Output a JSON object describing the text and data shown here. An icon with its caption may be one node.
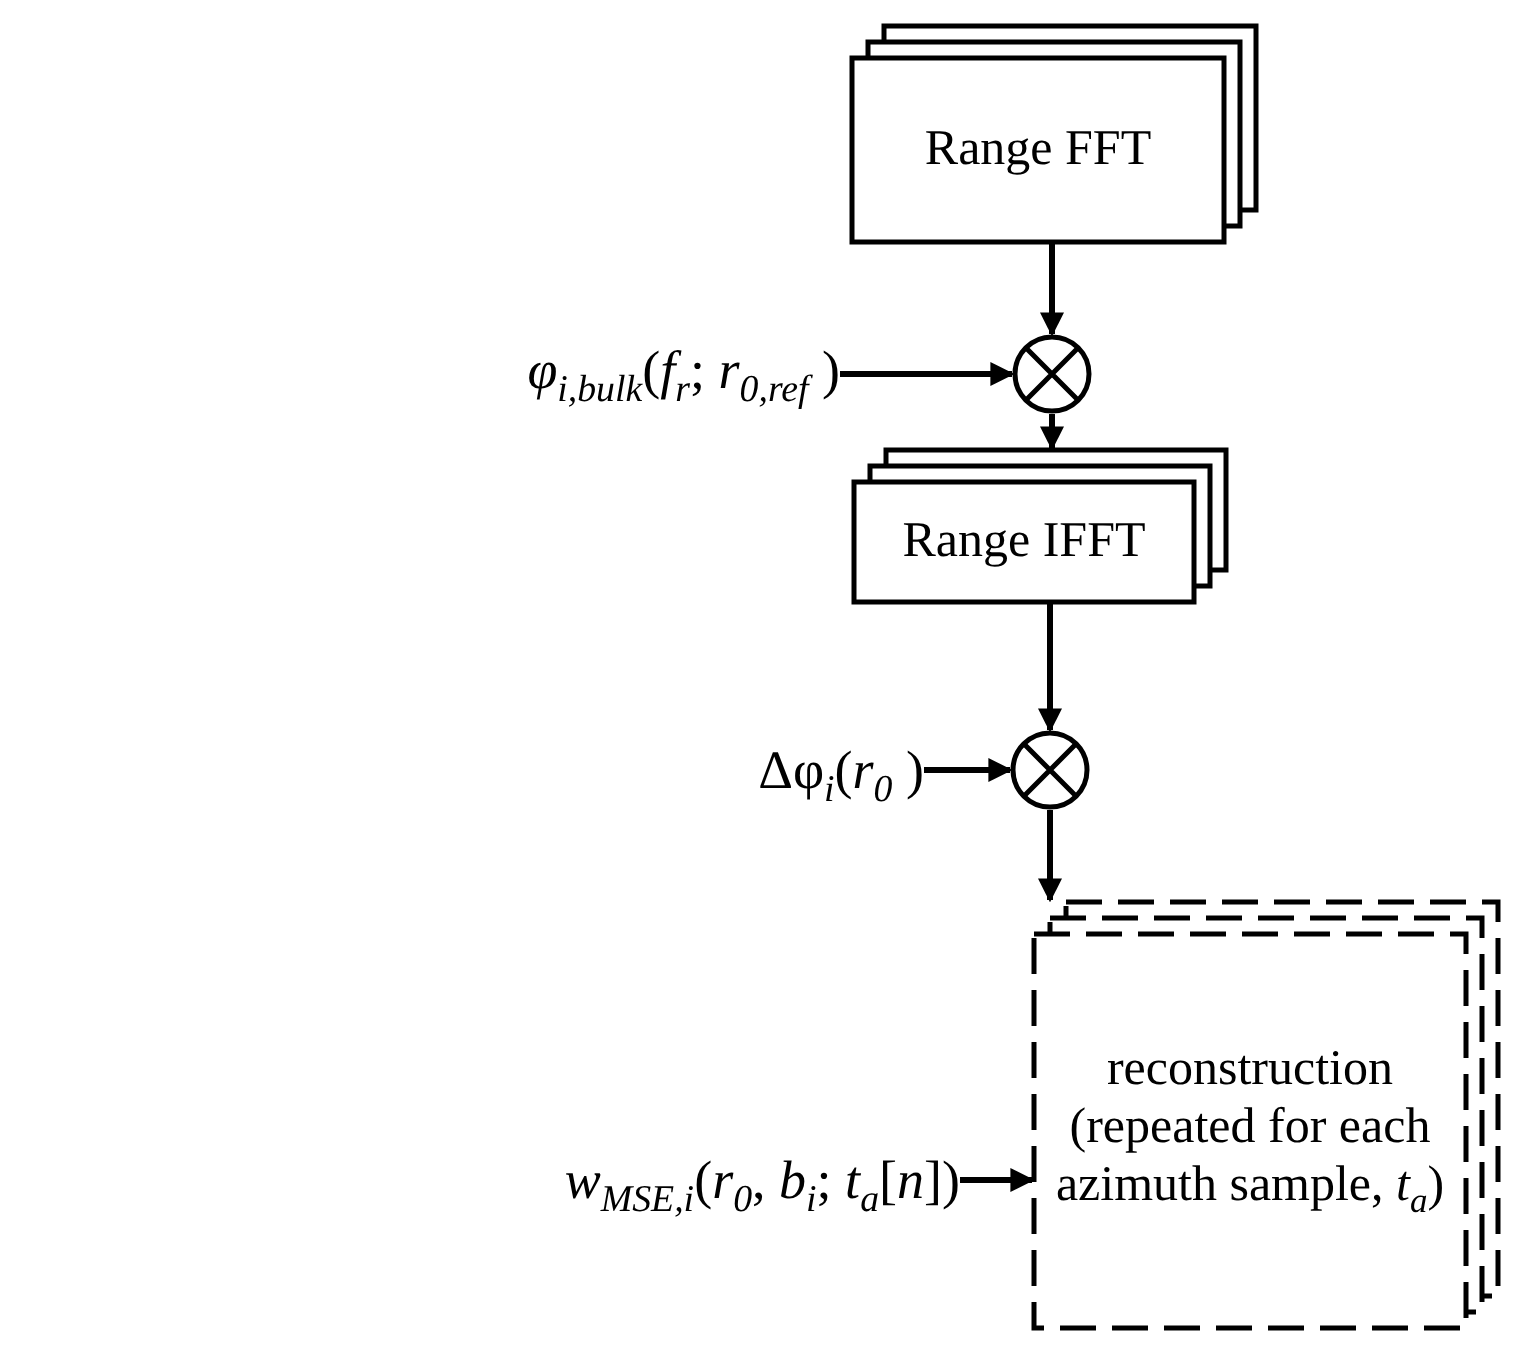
{
  "diagram": {
    "nodes": [
      {
        "text": [
          "Range FFT"
        ]
      },
      {
        "text": [
          "*φ*$_{i,bulk}$(*f*$_{r}$; *r*$_{0,ref}$ )"
        ]
      },
      {
        "text": [],
        "shape": "circle"
      },
      {
        "text": [
          "Range IFFT"
        ]
      },
      {
        "text": [
          "Δφ$_{i}$(*r*$_{0}$ )"
        ]
      },
      {
        "text": [],
        "shape": "circle"
      },
      {
        "text": [
          "*w*$_{MSE,i}$(*r*$_{0}$, *b*$_{i}$; *t*$_{a}$[*n*])"
        ]
      },
      {
        "text": [
          "reconstruction (repeated for each azimuth sample, *t*$_{a}$)"
        ]
      }
    ],
    "edges": [
      {
        "from": 0,
        "to": 2,
        "arrow": "to"
      },
      {
        "from": 1,
        "to": 2,
        "arrow": "to"
      },
      {
        "from": 2,
        "to": 3,
        "arrow": "to"
      },
      {
        "from": 3,
        "to": 5,
        "arrow": "to"
      },
      {
        "from": 4,
        "to": 5,
        "arrow": "to"
      },
      {
        "from": 5,
        "to": 7,
        "arrow": "to"
      },
      {
        "from": 6,
        "to": 7,
        "arrow": "to"
      }
    ]
  }
}
